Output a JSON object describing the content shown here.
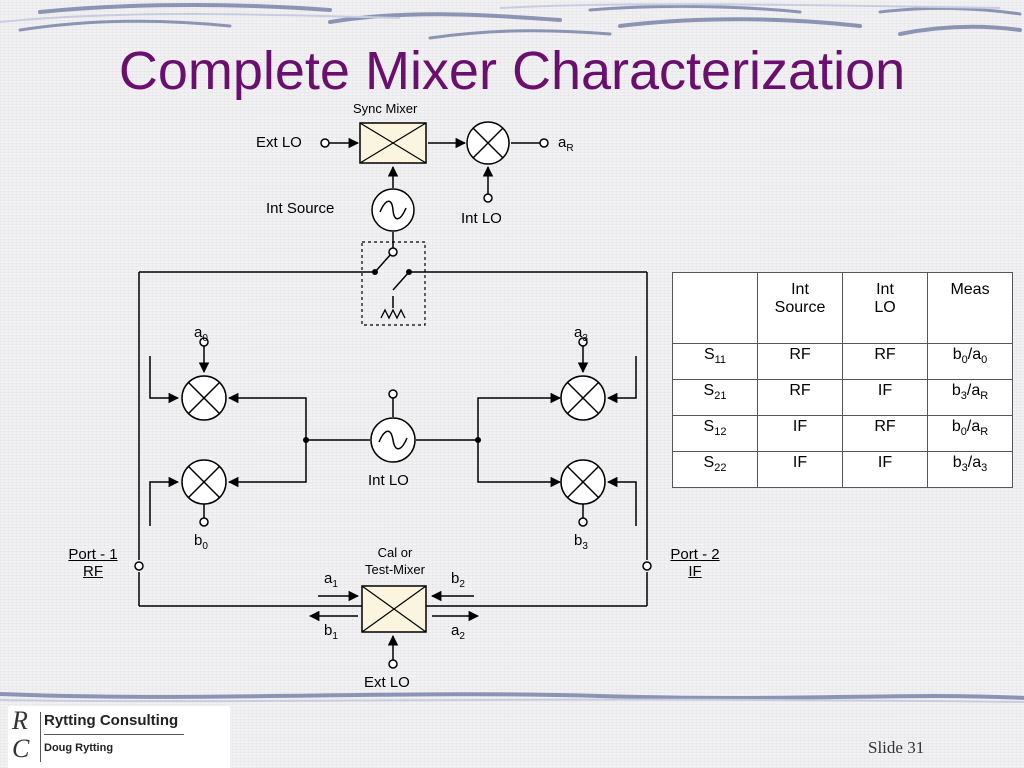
{
  "title": "Complete Mixer Characterization",
  "labels": {
    "sync_mixer": "Sync Mixer",
    "ext_lo_top": "Ext LO",
    "a_r": "a",
    "a_r_sub": "R",
    "int_source": "Int Source",
    "int_lo_top": "Int LO",
    "a0": "a",
    "a0_sub": "0",
    "a3": "a",
    "a3_sub": "3",
    "b0": "b",
    "b0_sub": "0",
    "b3": "b",
    "b3_sub": "3",
    "int_lo_center": "Int LO",
    "port1_line1": "Port - 1",
    "port1_line2": "RF",
    "port2_line1": "Port - 2",
    "port2_line2": "IF",
    "cal_line1": "Cal or",
    "cal_line2": "Test-Mixer",
    "a1": "a",
    "a1_sub": "1",
    "b2": "b",
    "b2_sub": "2",
    "b1": "b",
    "b1_sub": "1",
    "a2": "a",
    "a2_sub": "2",
    "ext_lo_bottom": "Ext LO"
  },
  "table": {
    "headers": [
      "",
      "Int\nSource",
      "Int\nLO",
      "Meas"
    ],
    "rows": [
      {
        "param": "S",
        "param_sub": "11",
        "src": "RF",
        "lo": "RF",
        "m1": "b",
        "m1_sub": "0",
        "sep": "/",
        "m2": "a",
        "m2_sub": "0"
      },
      {
        "param": "S",
        "param_sub": "21",
        "src": "RF",
        "lo": "IF",
        "m1": "b",
        "m1_sub": "3",
        "sep": "/",
        "m2": "a",
        "m2_sub": "R"
      },
      {
        "param": "S",
        "param_sub": "12",
        "src": "IF",
        "lo": "RF",
        "m1": "b",
        "m1_sub": "0",
        "sep": "/",
        "m2": "a",
        "m2_sub": "R"
      },
      {
        "param": "S",
        "param_sub": "22",
        "src": "IF",
        "lo": "IF",
        "m1": "b",
        "m1_sub": "3",
        "sep": "/",
        "m2": "a",
        "m2_sub": "3"
      }
    ]
  },
  "footer": {
    "company": "Rytting Consulting",
    "person": "Doug Rytting",
    "logo_letters": [
      "R",
      "C"
    ],
    "slide": "Slide 31"
  }
}
